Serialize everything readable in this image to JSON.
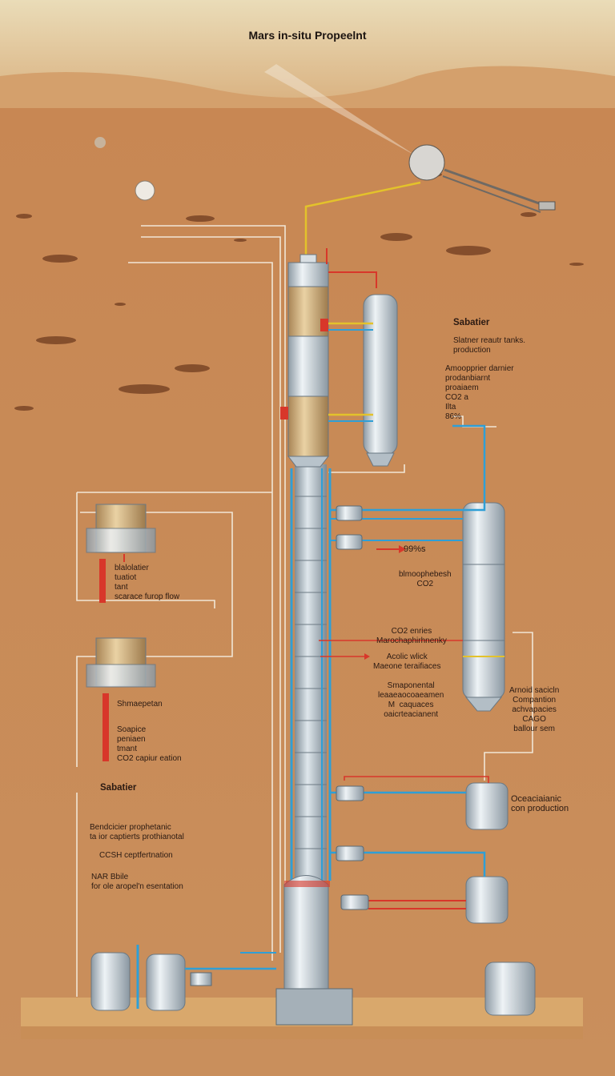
{
  "title": "Mars in-situ Propeelnt",
  "colors": {
    "sky_top": "#ead9b6",
    "ground": "#c98d58",
    "pipe_blue": "#2f9fd6",
    "pipe_yellow": "#e3c22b",
    "pipe_red": "#d8372a",
    "tank_steel": "#cfd8de",
    "tank_gold": "#d9b98a",
    "label_dark": "#2b1a12"
  },
  "labels": {
    "sabatier_top": "Sabatier",
    "sabatier_tanks": "Slatner reautr tanks.",
    "production": "production",
    "atmo_block": "Amoopprier darnier\nprodanbiarnt\nproaiaem\nCO2 a\nIlta\n86%",
    "pct": "99%s",
    "atmo_co2": "blmoophebesh\nCO2",
    "co2_block": "CO2 enries\nMarochaphirhnenky",
    "acolic_block": "Acolic wlick\nMaeone teraifiaces",
    "suppl_block": "Smaponental\nleaaeaocoaeamen\nM  caquaces\noaicrteacianent",
    "amod_block": "Arnoid sacicln\nCompantion\nachvapacies\nCAGO\nballour sem",
    "oces_block": "Oceaciaianic\ncon production",
    "left1_block": "blalolatier\ntuatiot\ntant\nscarace furop flow",
    "left2_label": "Shmaepetan",
    "left2_block": "Soapice\npeniaen\ntmant\nCO2 capiur eation",
    "sabatier_left": "Sabatier",
    "bend_block": "Bendcicier prophetanic\nta ior captierts prothianotal",
    "ccn_label": "CCSH ceptfertnation",
    "nar_block": "NAR Bbile\nfor ole aropel'n esentation"
  }
}
